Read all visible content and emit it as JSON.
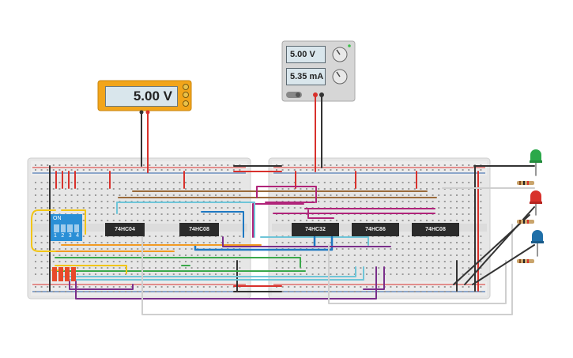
{
  "multimeter": {
    "reading": "5.00 V"
  },
  "power_supply": {
    "voltage": "5.00 V",
    "current": "5.35 mA"
  },
  "chips": [
    {
      "id": "u1",
      "label": "74HC04"
    },
    {
      "id": "u2",
      "label": "74HC08"
    },
    {
      "id": "u3",
      "label": "74HC32"
    },
    {
      "id": "u4",
      "label": "74HC86"
    },
    {
      "id": "u5",
      "label": "74HC08"
    }
  ],
  "dip_switch": {
    "label": "ON",
    "numbers": [
      "1",
      "2",
      "3",
      "4"
    ]
  },
  "leds": [
    {
      "name": "green",
      "color": "#2ba84a"
    },
    {
      "name": "red",
      "color": "#d8312c"
    },
    {
      "name": "blue",
      "color": "#1f6fa8"
    }
  ],
  "colors": {
    "breadboard": "#e9e9e9",
    "rail_red": "#d8312c",
    "rail_blue": "#2b5fa8",
    "wire_yellow": "#f2c515",
    "wire_orange": "#f29a22",
    "wire_purple": "#7a2e8a",
    "wire_magenta": "#b0247a",
    "wire_cyan": "#6fc5d8",
    "wire_blue": "#1e78c2",
    "wire_green": "#3aa84a",
    "wire_brown": "#9a6a3a",
    "wire_gray": "#b8b8b8",
    "meter_body": "#f2a51a",
    "psu_body": "#d6d6d6"
  }
}
